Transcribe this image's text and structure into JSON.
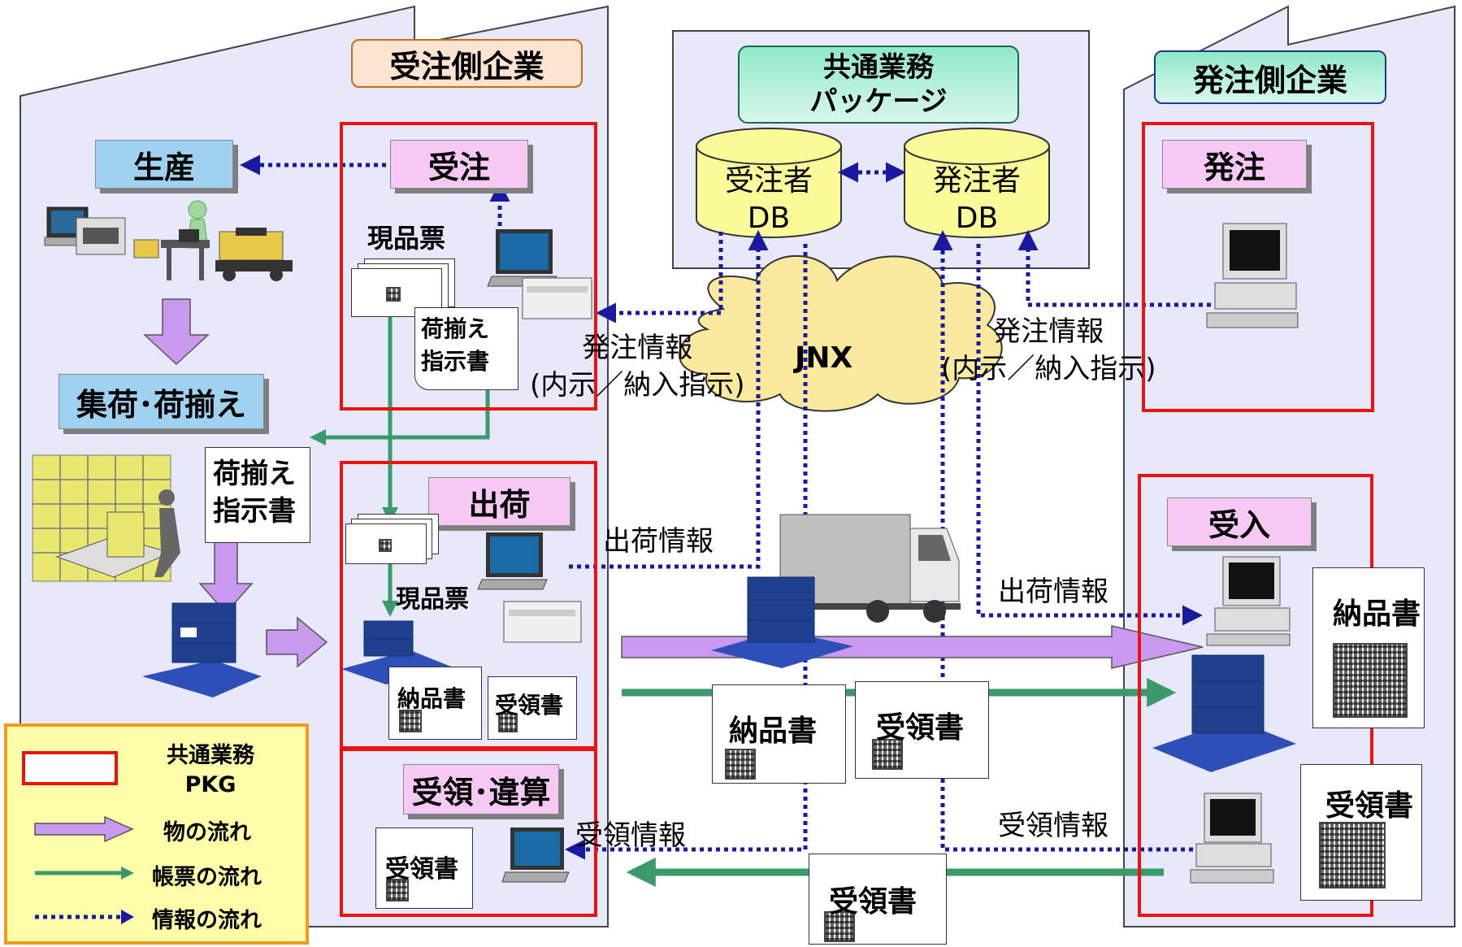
{
  "colors": {
    "building_fill": "#e8e8fb",
    "building_stroke": "#444444",
    "red_frame": "#ee1111",
    "label_pink": "#f6c8f4",
    "label_blue": "#9ed2f0",
    "db_yellow": "#fbfb99",
    "cloud_yellow": "#fbe99e",
    "goods_arrow": "#c899ee",
    "document_arrow": "#3a9a6a",
    "info_arrow": "#1a1aa0",
    "legend_fill": "#fdfdaa",
    "legend_border": "#f59a1e"
  },
  "supplier": {
    "title": "受注側企業",
    "order_section": {
      "label": "受注",
      "genpinhyo": "現品票",
      "instruction_doc": "荷揃え\n指示書"
    },
    "production": "生産",
    "collection": "集荷･荷揃え",
    "instruction_doc_large": "荷揃え\n指示書",
    "shipping_section": {
      "label": "出荷",
      "genpinhyo": "現品票",
      "delivery_note": "納品書",
      "receipt": "受領書"
    },
    "settlement_section": {
      "label": "受領･違算",
      "receipt": "受領書"
    }
  },
  "package": {
    "title": "共通業務\nパッケージ",
    "db_supplier": "受注者\nDB",
    "db_buyer": "発注者\nDB"
  },
  "network": {
    "cloud_label": "JNX",
    "order_info_left": "発注情報\n(内示／納入指示)",
    "order_info_right": "発注情報\n(内示／納入指示)",
    "shipping_info_left": "出荷情報",
    "shipping_info_right": "出荷情報",
    "receipt_info_left": "受領情報",
    "receipt_info_right": "受領情報"
  },
  "transport": {
    "delivery_note": "納品書",
    "receipt": "受領書",
    "return_receipt": "受領書"
  },
  "buyer": {
    "title": "発注側企業",
    "order_label": "発注",
    "receiving_label": "受入",
    "delivery_note": "納品書",
    "receipt": "受領書"
  },
  "legend": {
    "pkg_label": "共通業務\nPKG",
    "goods_flow": "物の流れ",
    "document_flow": "帳票の流れ",
    "info_flow": "情報の流れ"
  }
}
